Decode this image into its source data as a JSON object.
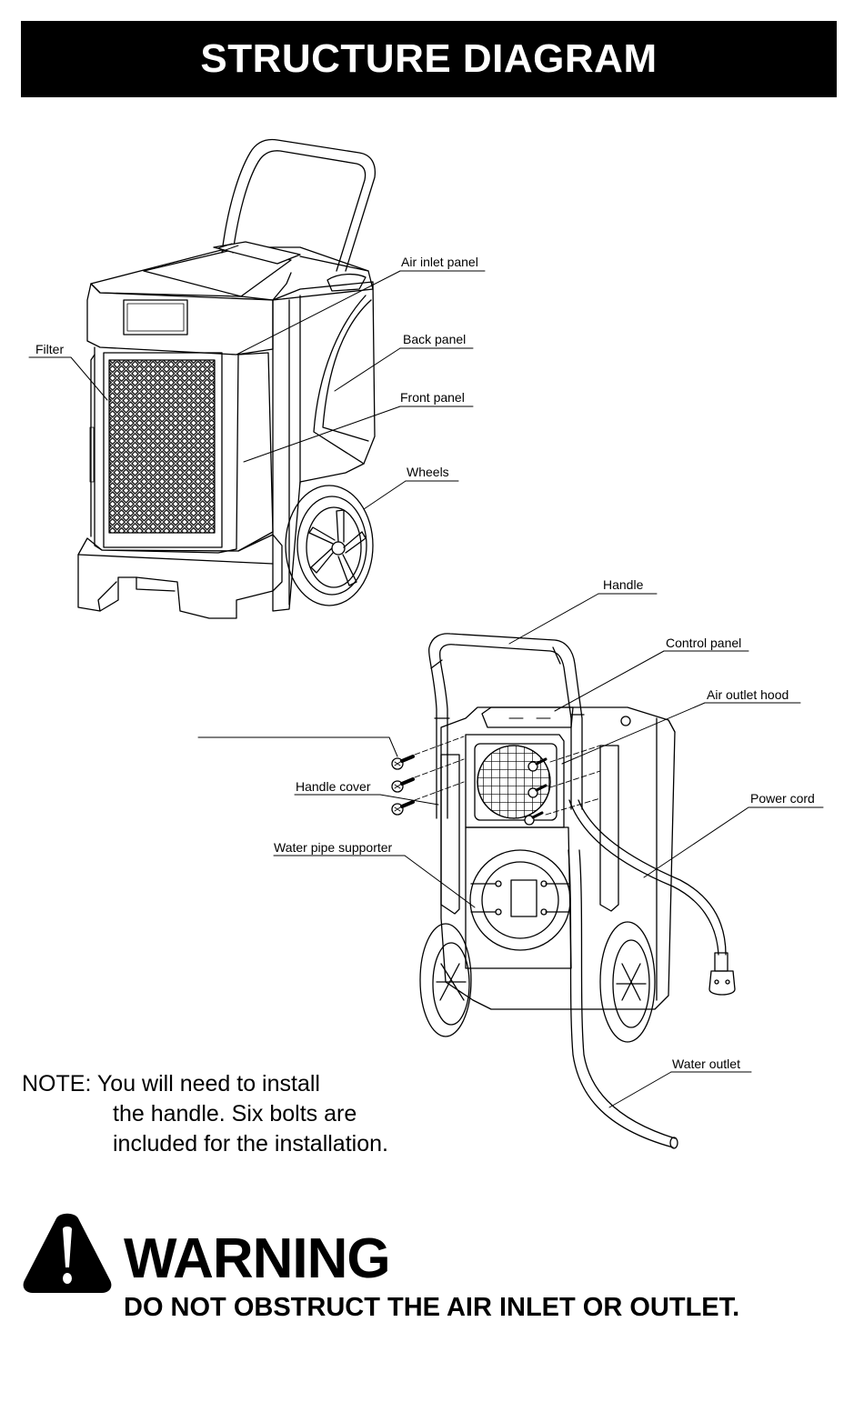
{
  "header": {
    "title": "STRUCTURE DIAGRAM"
  },
  "front_view": {
    "labels": {
      "air_inlet_panel": "Air inlet panel",
      "filter": "Filter",
      "back_panel": "Back panel",
      "front_panel": "Front panel",
      "wheels": "Wheels"
    }
  },
  "rear_view": {
    "labels": {
      "handle": "Handle",
      "control_panel": "Control panel",
      "air_outlet_hood": "Air outlet hood",
      "handle_cover": "Handle cover",
      "power_cord": "Power cord",
      "water_pipe_supporter": "Water pipe supporter",
      "water_outlet": "Water outlet",
      "bolts": ""
    }
  },
  "note": {
    "prefix": "NOTE:",
    "line1": "You will need to install",
    "line2": "the handle. Six bolts are",
    "line3": "included for the installation."
  },
  "warning": {
    "icon": "warning-triangle-icon",
    "title": "WARNING",
    "text": "DO NOT OBSTRUCT THE AIR INLET OR OUTLET."
  }
}
